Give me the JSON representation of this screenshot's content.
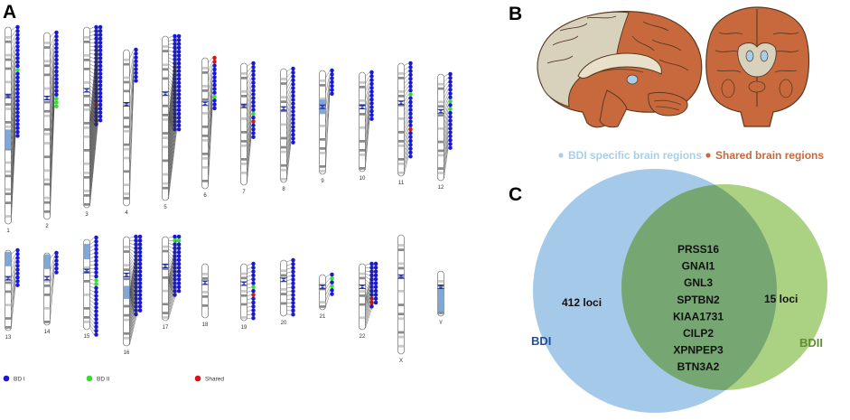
{
  "panels": {
    "a": "A",
    "b": "B",
    "c": "C"
  },
  "legend_a": {
    "bd1": "BD I",
    "bd2": "BD II",
    "shared": "Shared"
  },
  "colors": {
    "bd1": "#1818d6",
    "bd2": "#33dd33",
    "shared": "#dd1111",
    "brain_shared": "#c8693d",
    "brain_bdi": "#a9cfe8",
    "brain_gray": "#d8d2bd",
    "venn_bdi": "#7fb3e0",
    "venn_bdii": "#8fc25a",
    "venn_overlap": "#6a9f6a",
    "bdi_text": "#1f4f9a",
    "bdii_text": "#5f8f32"
  },
  "chromosomes": [
    {
      "label": "1",
      "dots": [
        "b",
        "b",
        "b",
        "b",
        "b",
        "b",
        "b",
        "b",
        "b",
        "b",
        "b",
        "g",
        "b",
        "b",
        "b",
        "b",
        "b",
        "b",
        "b",
        "b",
        "b",
        "b",
        "b",
        "b",
        "b",
        "b",
        "b",
        "b",
        "b"
      ]
    },
    {
      "label": "2",
      "dots": [
        "b",
        "b",
        "b",
        "b",
        "b",
        "b",
        "b",
        "b",
        "b",
        "b",
        "b",
        "b",
        "b",
        "b",
        "b",
        "b",
        "b",
        "g",
        "g",
        "g"
      ]
    },
    {
      "label": "3",
      "dots": [
        "b",
        "b",
        "b",
        "b",
        "b",
        "b",
        "b",
        "b",
        "b",
        "b",
        "b",
        "b",
        "b",
        "b",
        "b",
        "b",
        "b",
        "b",
        "b",
        "b",
        "r",
        "b",
        "b",
        "b",
        "b",
        "b",
        "b",
        "b",
        "b",
        "b",
        "b",
        "b",
        "b",
        "b",
        "b",
        "b",
        "b",
        "b",
        "b",
        "b",
        "b",
        "b",
        "b",
        "b",
        "b",
        "b",
        "b",
        "b",
        "b",
        "b",
        "b"
      ]
    },
    {
      "label": "4",
      "dots": [
        "b",
        "b",
        "b",
        "b",
        "b",
        "b",
        "b",
        "b",
        "b"
      ]
    },
    {
      "label": "5",
      "dots": [
        "b",
        "b",
        "b",
        "b",
        "b",
        "b",
        "b",
        "b",
        "b",
        "b",
        "b",
        "b",
        "b",
        "b",
        "b",
        "b",
        "b",
        "b",
        "b",
        "b",
        "b",
        "b",
        "b",
        "b",
        "b",
        "b",
        "b",
        "b",
        "b",
        "b",
        "b",
        "b",
        "b",
        "b",
        "b",
        "b",
        "b",
        "b",
        "b",
        "b",
        "b",
        "b",
        "b",
        "b",
        "b",
        "b",
        "b",
        "b",
        "b",
        "b"
      ]
    },
    {
      "label": "6",
      "dots": [
        "r",
        "r",
        "b",
        "b",
        "b",
        "b",
        "b",
        "b",
        "b",
        "b",
        "g",
        "b",
        "b",
        "b"
      ]
    },
    {
      "label": "7",
      "dots": [
        "b",
        "b",
        "b",
        "b",
        "b",
        "b",
        "b",
        "b",
        "b",
        "b",
        "b",
        "b",
        "b",
        "g",
        "b",
        "r",
        "b",
        "b",
        "b",
        "b"
      ]
    },
    {
      "label": "8",
      "dots": [
        "b",
        "b",
        "b",
        "b",
        "b",
        "b",
        "b",
        "b",
        "b",
        "b",
        "b",
        "b",
        "b",
        "b",
        "b",
        "b",
        "b",
        "b",
        "b",
        "b"
      ]
    },
    {
      "label": "9",
      "dots": [
        "b",
        "b",
        "b",
        "b",
        "b",
        "b",
        "b"
      ]
    },
    {
      "label": "10",
      "dots": [
        "b",
        "b",
        "b",
        "b",
        "b",
        "b",
        "b",
        "b",
        "b",
        "b",
        "b",
        "b",
        "b"
      ]
    },
    {
      "label": "11",
      "dots": [
        "b",
        "b",
        "b",
        "b",
        "b",
        "b",
        "b",
        "b",
        "g",
        "b",
        "b",
        "b",
        "b",
        "b",
        "b",
        "b",
        "b",
        "r",
        "b",
        "b",
        "b",
        "b",
        "b",
        "b",
        "b"
      ]
    },
    {
      "label": "12",
      "dots": [
        "b",
        "b",
        "b",
        "b",
        "b",
        "b",
        "b",
        "g",
        "b",
        "g",
        "b",
        "b",
        "b",
        "b",
        "b",
        "b",
        "b",
        "b",
        "b",
        "b"
      ]
    },
    {
      "label": "13",
      "dots": [
        "b",
        "b",
        "b",
        "b",
        "b",
        "b",
        "b",
        "b",
        "b",
        "b"
      ]
    },
    {
      "label": "14",
      "dots": [
        "b",
        "b",
        "b",
        "b",
        "b",
        "b"
      ]
    },
    {
      "label": "15",
      "dots": [
        "b",
        "b",
        "b",
        "b",
        "b",
        "b",
        "b",
        "b",
        "b",
        "b",
        "b",
        "g",
        "g",
        "b",
        "b",
        "b",
        "b",
        "b",
        "b",
        "b",
        "b",
        "b",
        "b",
        "b",
        "b",
        "b"
      ]
    },
    {
      "label": "16",
      "dots": [
        "b",
        "b",
        "b",
        "b",
        "b",
        "b",
        "b",
        "b",
        "b",
        "b",
        "b",
        "b",
        "b",
        "b",
        "b",
        "b",
        "b",
        "b",
        "b",
        "b",
        "b",
        "b",
        "b",
        "b",
        "b",
        "b",
        "b",
        "b",
        "b",
        "b",
        "b",
        "b",
        "b",
        "b",
        "b",
        "b",
        "b",
        "b",
        "b",
        "b",
        "b"
      ]
    },
    {
      "label": "17",
      "dots": [
        "b",
        "g",
        "b",
        "b",
        "b",
        "b",
        "b",
        "b",
        "b",
        "b",
        "b",
        "b",
        "b",
        "b",
        "b",
        "b",
        "b",
        "g",
        "b",
        "b",
        "b",
        "b",
        "b",
        "b",
        "b",
        "b",
        "b",
        "b",
        "b",
        "b",
        "b"
      ]
    },
    {
      "label": "18",
      "dots": []
    },
    {
      "label": "19",
      "dots": [
        "b",
        "b",
        "b",
        "b",
        "b",
        "b",
        "g",
        "b",
        "r",
        "b",
        "b",
        "b",
        "b",
        "b",
        "b"
      ]
    },
    {
      "label": "20",
      "dots": [
        "b",
        "b",
        "b",
        "b",
        "b",
        "b",
        "b",
        "b",
        "b",
        "b",
        "b",
        "b",
        "b",
        "b",
        "b"
      ]
    },
    {
      "label": "21",
      "dots": [
        "b",
        "g",
        "b",
        "g",
        "b",
        "b"
      ]
    },
    {
      "label": "22",
      "dots": [
        "b",
        "b",
        "b",
        "b",
        "b",
        "b",
        "b",
        "b",
        "b",
        "r",
        "r",
        "b",
        "b",
        "b",
        "b",
        "b",
        "b",
        "b",
        "b",
        "b",
        "b",
        "b",
        "b"
      ]
    },
    {
      "label": "X",
      "dots": []
    },
    {
      "label": "Y",
      "dots": []
    }
  ],
  "brain_legend": {
    "bdi_specific": "BDI specific brain regions",
    "shared": "Shared brain regions"
  },
  "venn": {
    "bdi_label": "BDI",
    "bdii_label": "BDII",
    "bdi_only": "412 loci",
    "bdii_only": "15 loci",
    "shared_genes": [
      "PRSS16",
      "GNAI1",
      "GNL3",
      "SPTBN2",
      "KIAA1731",
      "CILP2",
      "XPNPEP3",
      "BTN3A2"
    ]
  }
}
